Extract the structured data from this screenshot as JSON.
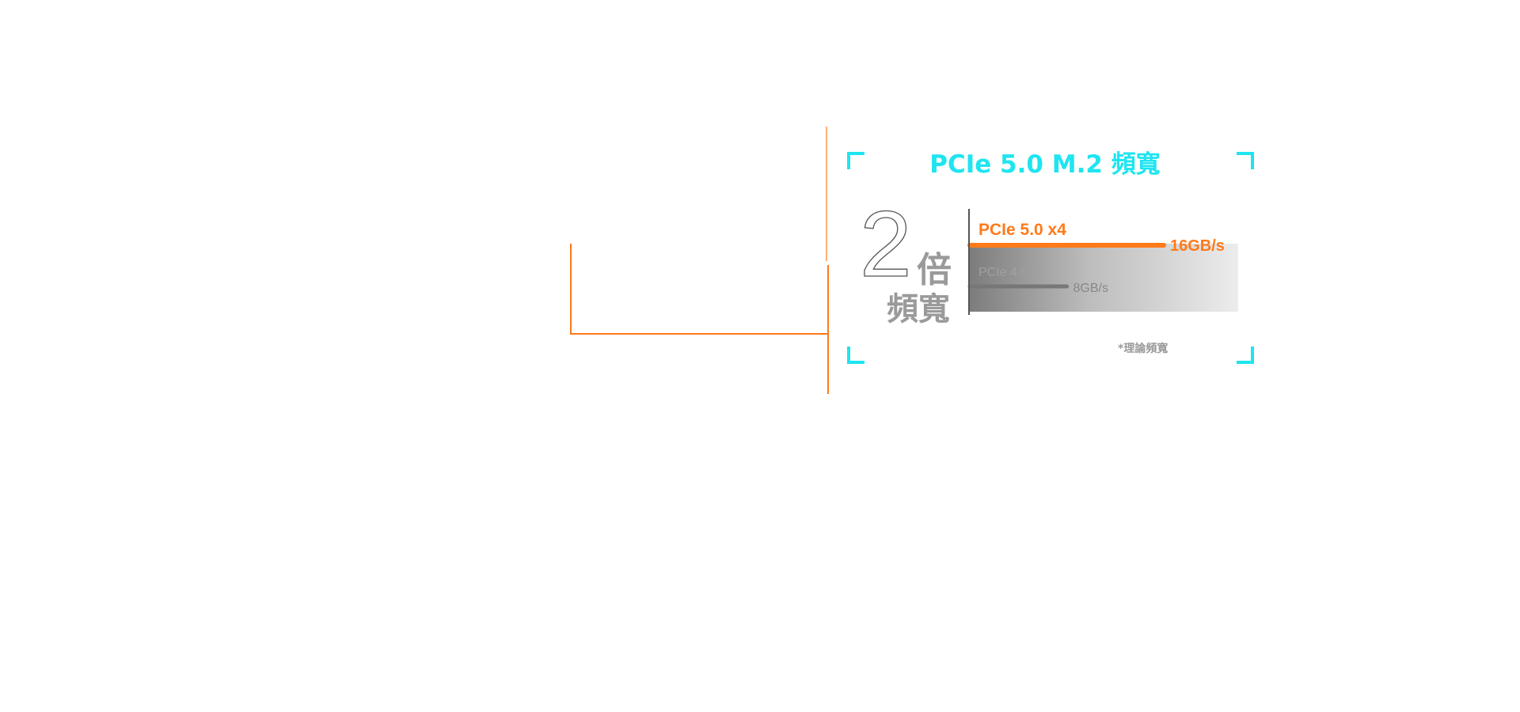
{
  "colors": {
    "accent": "#ff7a1a",
    "cyan": "#1ee5f0",
    "gray_bar": "#777777",
    "axis": "#555555"
  },
  "title": "PCIe 5.0 M.2 頻寬",
  "headline": {
    "number": "2",
    "multiplier": "倍",
    "label": "頻寬"
  },
  "footnote": "*理論頻寬",
  "chart_data": {
    "type": "bar",
    "orientation": "horizontal",
    "unit": "GB/s",
    "categories": [
      "PCIe 5.0 x4",
      "PCIe 4.0 x4"
    ],
    "values": [
      16,
      8
    ],
    "value_labels": [
      "16GB/s",
      "8GB/s"
    ],
    "xlim": [
      0,
      16
    ]
  }
}
